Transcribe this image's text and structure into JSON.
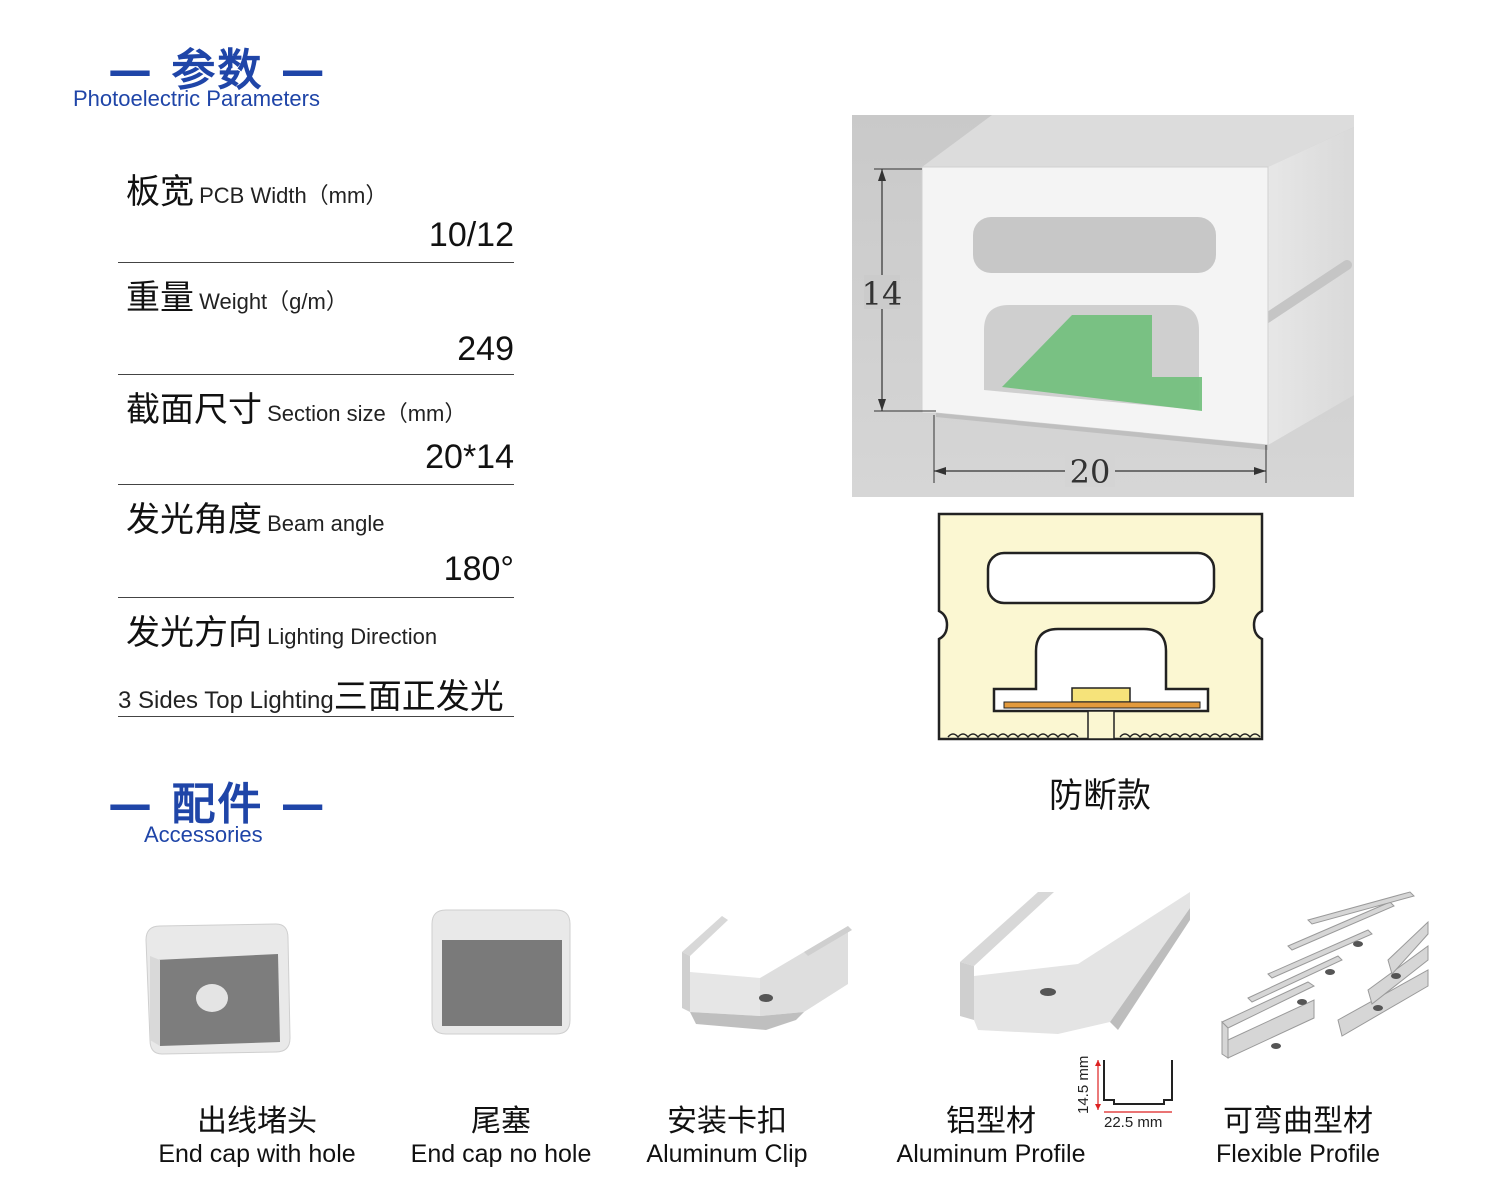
{
  "params_section": {
    "title_cn": "参数",
    "title_en": "Photoelectric Parameters"
  },
  "params": [
    {
      "label_cn": "板宽",
      "label_en": "PCB Width（mm）",
      "value": "10/12"
    },
    {
      "label_cn": "重量",
      "label_en": "Weight（g/m）",
      "value": "249"
    },
    {
      "label_cn": "截面尺寸",
      "label_en": "Section size（mm）",
      "value": "20*14"
    },
    {
      "label_cn": "发光角度",
      "label_en": "Beam angle",
      "value": "180°"
    },
    {
      "label_cn": "发光方向",
      "label_en": "Lighting Direction",
      "value_en": "3 Sides Top Lighting",
      "value_cn": "三面正发光"
    }
  ],
  "section_drawing": {
    "height_label": "14",
    "width_label": "20",
    "caption": "防断款",
    "pcb_color": "#6fbf7a",
    "glow_color": "#fbf7d2"
  },
  "accessories_section": {
    "title_cn": "配件",
    "title_en": "Accessories"
  },
  "accessories": [
    {
      "name_cn": "出线堵头",
      "name_en": "End cap with hole",
      "icon": "end-cap-with-hole-icon"
    },
    {
      "name_cn": "尾塞",
      "name_en": "End cap no hole",
      "icon": "end-cap-no-hole-icon"
    },
    {
      "name_cn": "安装卡扣",
      "name_en": "Aluminum Clip",
      "icon": "aluminum-clip-icon"
    },
    {
      "name_cn": "铝型材",
      "name_en": "Aluminum Profile",
      "icon": "aluminum-profile-icon"
    },
    {
      "name_cn": "可弯曲型材",
      "name_en": "Flexible Profile",
      "icon": "flexible-profile-icon"
    }
  ],
  "profile_dims": {
    "height": "14.5 mm",
    "width": "22.5 mm"
  },
  "colors": {
    "accent": "#1f45a8"
  }
}
